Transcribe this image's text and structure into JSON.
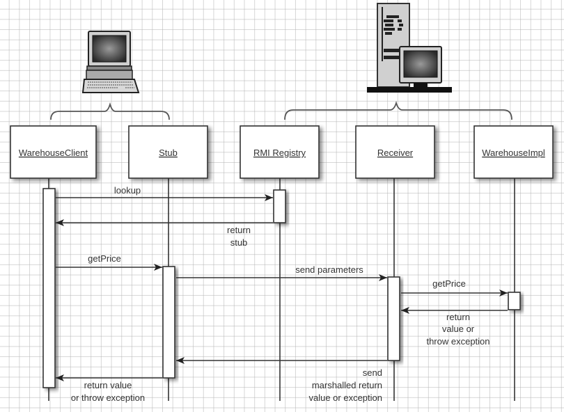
{
  "diagram": {
    "type": "UML sequence diagram",
    "groups": [
      {
        "name": "client-machine",
        "icon": "laptop-icon",
        "members": [
          "WarehouseClient",
          "Stub"
        ]
      },
      {
        "name": "server-machine",
        "icon": "server-tower-icon",
        "members": [
          "RMI Registry",
          "Receiver",
          "WarehouseImpl"
        ]
      }
    ],
    "objects": [
      {
        "id": "client",
        "label": "WarehouseClient"
      },
      {
        "id": "stub",
        "label": "Stub"
      },
      {
        "id": "registry",
        "label": "RMI Registry"
      },
      {
        "id": "receiver",
        "label": "Receiver"
      },
      {
        "id": "impl",
        "label": "WarehouseImpl"
      }
    ],
    "messages": [
      {
        "from": "client",
        "to": "registry",
        "kind": "call",
        "lines": [
          "lookup"
        ]
      },
      {
        "from": "registry",
        "to": "client",
        "kind": "return",
        "lines": [
          "return",
          "stub"
        ]
      },
      {
        "from": "client",
        "to": "stub",
        "kind": "call",
        "lines": [
          "getPrice"
        ]
      },
      {
        "from": "stub",
        "to": "receiver",
        "kind": "call",
        "lines": [
          "send parameters"
        ]
      },
      {
        "from": "receiver",
        "to": "impl",
        "kind": "call",
        "lines": [
          "getPrice"
        ]
      },
      {
        "from": "impl",
        "to": "receiver",
        "kind": "return",
        "lines": [
          "return",
          "value or",
          "throw exception"
        ]
      },
      {
        "from": "receiver",
        "to": "stub",
        "kind": "return",
        "lines": [
          "send",
          "marshalled return",
          "value or exception"
        ]
      },
      {
        "from": "stub",
        "to": "client",
        "kind": "return",
        "lines": [
          "return value",
          "or throw exception"
        ]
      }
    ]
  }
}
